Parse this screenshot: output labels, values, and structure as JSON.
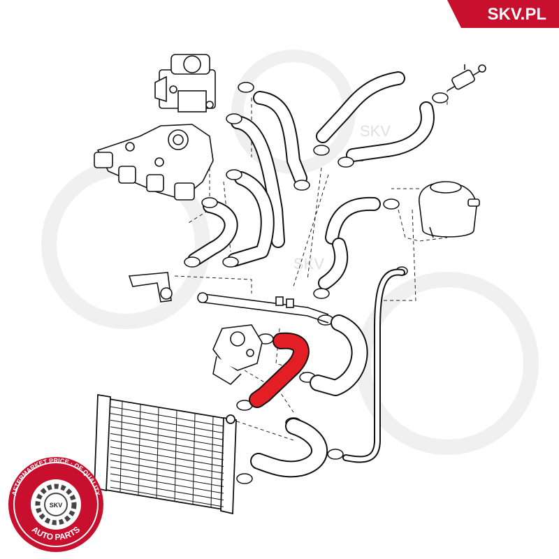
{
  "brand": {
    "name": "SKV.PL",
    "color": "#c8102e"
  },
  "watermark": {
    "text": "SKV"
  },
  "seal": {
    "ring_text": "AFTERMARKET PRICE · OF QUALITY",
    "center_text": "SKV",
    "bottom_text": "AUTO PARTS",
    "color": "#c8102e"
  },
  "diagram": {
    "highlight_color": "#e31e24",
    "line_color": "#111111"
  }
}
